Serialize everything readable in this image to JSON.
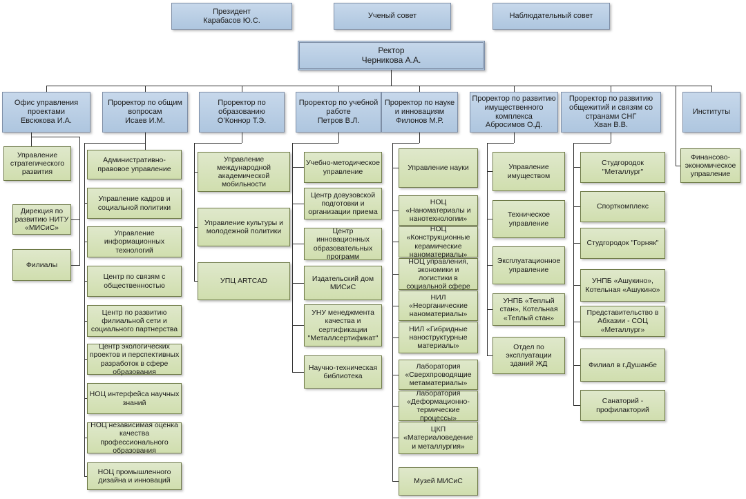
{
  "colors": {
    "level_blue": "#b8cce4",
    "unit_green": "#d7e4bc",
    "connector": "#2e2e2e"
  },
  "top": {
    "president": "Президент\nКарабасов Ю.С.",
    "academic_council": "Ученый совет",
    "supervisory_board": "Наблюдательный совет",
    "rector": "Ректор\nЧерникова А.А."
  },
  "level2": [
    "Офис управления проектами\nЕвсюкова И.А.",
    "Проректор по общим вопросам\nИсаев И.М.",
    "Проректор по образованию\nО’Коннор Т.Э.",
    "Проректор по учебной работе\nПетров В.Л.",
    "Проректор по науке и инновациям\nФилонов М.Р.",
    "Проректор по развитию имущественного комплекса\nАбросимов О.Д.",
    "Проректор по развитию общежитий и связям со странами СНГ\nХван В.В.",
    "Институты"
  ],
  "cols": {
    "c1": [
      "Управление стратегического развития",
      "Дирекция по развитию  НИТУ «МИСиС»",
      "Филиалы"
    ],
    "c2": [
      "Административно-правовое управление",
      "Управление кадров и социальной политики",
      "Управление информационных технологий",
      "Центр по связям с общественностью",
      "Центр по развитию филиальной сети и социального партнерства",
      "Центр экологических проектов и перспективных разработок в сфере образования",
      "НОЦ  интерфейса научных знаний",
      "НОЦ независимая оценка качества профессионального образования",
      "НОЦ промышленного дизайна и инноваций"
    ],
    "c3": [
      "Управление международной академической мобильности",
      "Управление культуры и молодежной политики",
      "УПЦ ARTCAD"
    ],
    "c4": [
      "Учебно-методическое управление",
      "Центр довузовской подготовки и организации приема",
      "Центр инновационных образовательных программ",
      "Издательский дом МИСиС",
      "УНУ менеджмента качества и сертификации \"Металлсертификат\"",
      "Научно-техническая библиотека"
    ],
    "c5": [
      "Управление науки",
      "НОЦ «Наноматериалы и нанотехнологии»",
      "НОЦ «Конструкционные керамические наноматериалы»",
      "НОЦ управления, экономики и логистики в социальной сфере",
      "НИЛ «Неорганические наноматериалы»",
      "НИЛ «Гибридные наноструктурные материалы»",
      "Лаборатория «Сверхпроводящие метаматериалы»",
      "Лаборатория «Деформационно-термические процессы»",
      "ЦКП «Материаловедение и металлургия»",
      "Музей МИСиС"
    ],
    "c6": [
      "Управление имуществом",
      "Техническое управление",
      "Эксплуатационное управление",
      "УНПБ «Теплый стан», Котельная «Теплый стан»",
      "Отдел по эксплуатации зданий ЖД"
    ],
    "c7": [
      "Студгородок \"Металлург\"",
      "Спорткомплекс",
      "Студгородок \"Горняк\"",
      "УНПБ «Ашукино», Котельная «Ашукино»",
      "Представительство в Абхазии - СОЦ «Металлург»",
      "Филиал в г.Душанбе",
      "Санаторий - профилакторий"
    ],
    "c8": [
      "Финансово-экономическое управление"
    ]
  }
}
